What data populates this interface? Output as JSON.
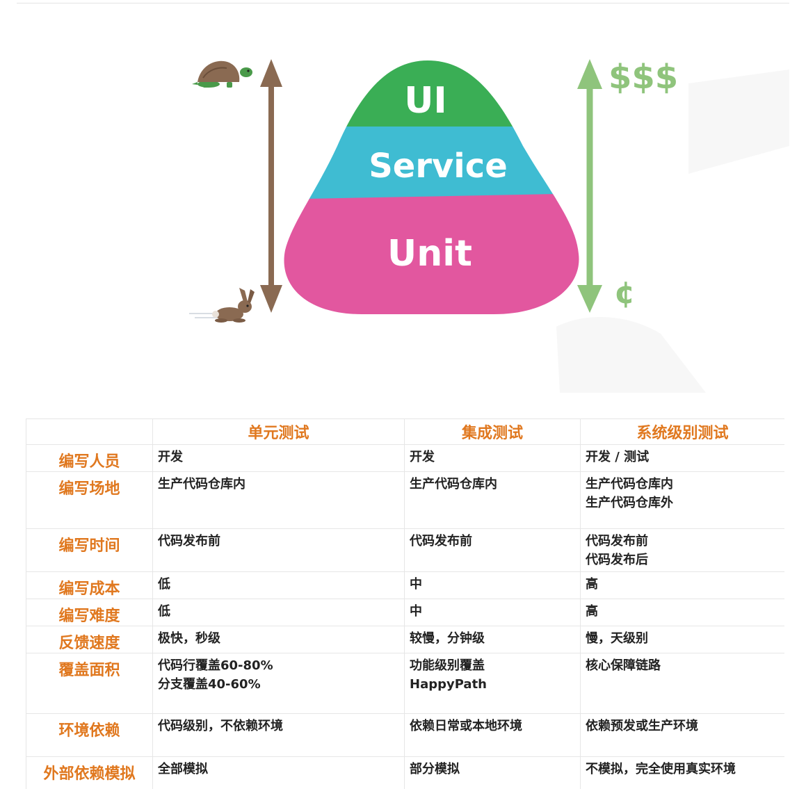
{
  "pyramid": {
    "layers": [
      {
        "label": "UI",
        "color": "#3aae55"
      },
      {
        "label": "Service",
        "color": "#3fbcd2"
      },
      {
        "label": "Unit",
        "color": "#e2579f"
      }
    ],
    "cost_top": "$$$",
    "cost_bottom": "¢",
    "speed_arrow_color": "#8a6a52",
    "cost_arrow_color": "#8fc47c"
  },
  "table": {
    "headers": [
      "",
      "单元测试",
      "集成测试",
      "系统级别测试"
    ],
    "rows": [
      {
        "label": "编写人员",
        "cells": [
          [
            "开发"
          ],
          [
            "开发"
          ],
          [
            "开发 / 测试"
          ]
        ]
      },
      {
        "label": "编写场地",
        "cells": [
          [
            "生产代码仓库内"
          ],
          [
            "生产代码仓库内"
          ],
          [
            "生产代码仓库内",
            "生产代码仓库外"
          ]
        ]
      },
      {
        "label": "编写时间",
        "cells": [
          [
            "代码发布前"
          ],
          [
            "代码发布前"
          ],
          [
            "代码发布前",
            "代码发布后"
          ]
        ]
      },
      {
        "label": "编写成本",
        "cells": [
          [
            "低"
          ],
          [
            "中"
          ],
          [
            "高"
          ]
        ]
      },
      {
        "label": "编写难度",
        "cells": [
          [
            "低"
          ],
          [
            "中"
          ],
          [
            "高"
          ]
        ]
      },
      {
        "label": "反馈速度",
        "cells": [
          [
            "极快，秒级"
          ],
          [
            "较慢，分钟级"
          ],
          [
            "慢，天级别"
          ]
        ]
      },
      {
        "label": "覆盖面积",
        "cells": [
          [
            "代码行覆盖60-80%",
            "分支覆盖40-60%"
          ],
          [
            "功能级别覆盖",
            "HappyPath"
          ],
          [
            "核心保障链路"
          ]
        ]
      },
      {
        "label": "环境依赖",
        "cells": [
          [
            "代码级别，不依赖环境"
          ],
          [
            "依赖日常或本地环境"
          ],
          [
            "依赖预发或生产环境"
          ]
        ]
      },
      {
        "label": "外部依赖模拟",
        "cells": [
          [
            "全部模拟"
          ],
          [
            "部分模拟"
          ],
          [
            "不模拟，完全使用真实环境"
          ]
        ]
      }
    ],
    "label_color": "#e0781f"
  }
}
